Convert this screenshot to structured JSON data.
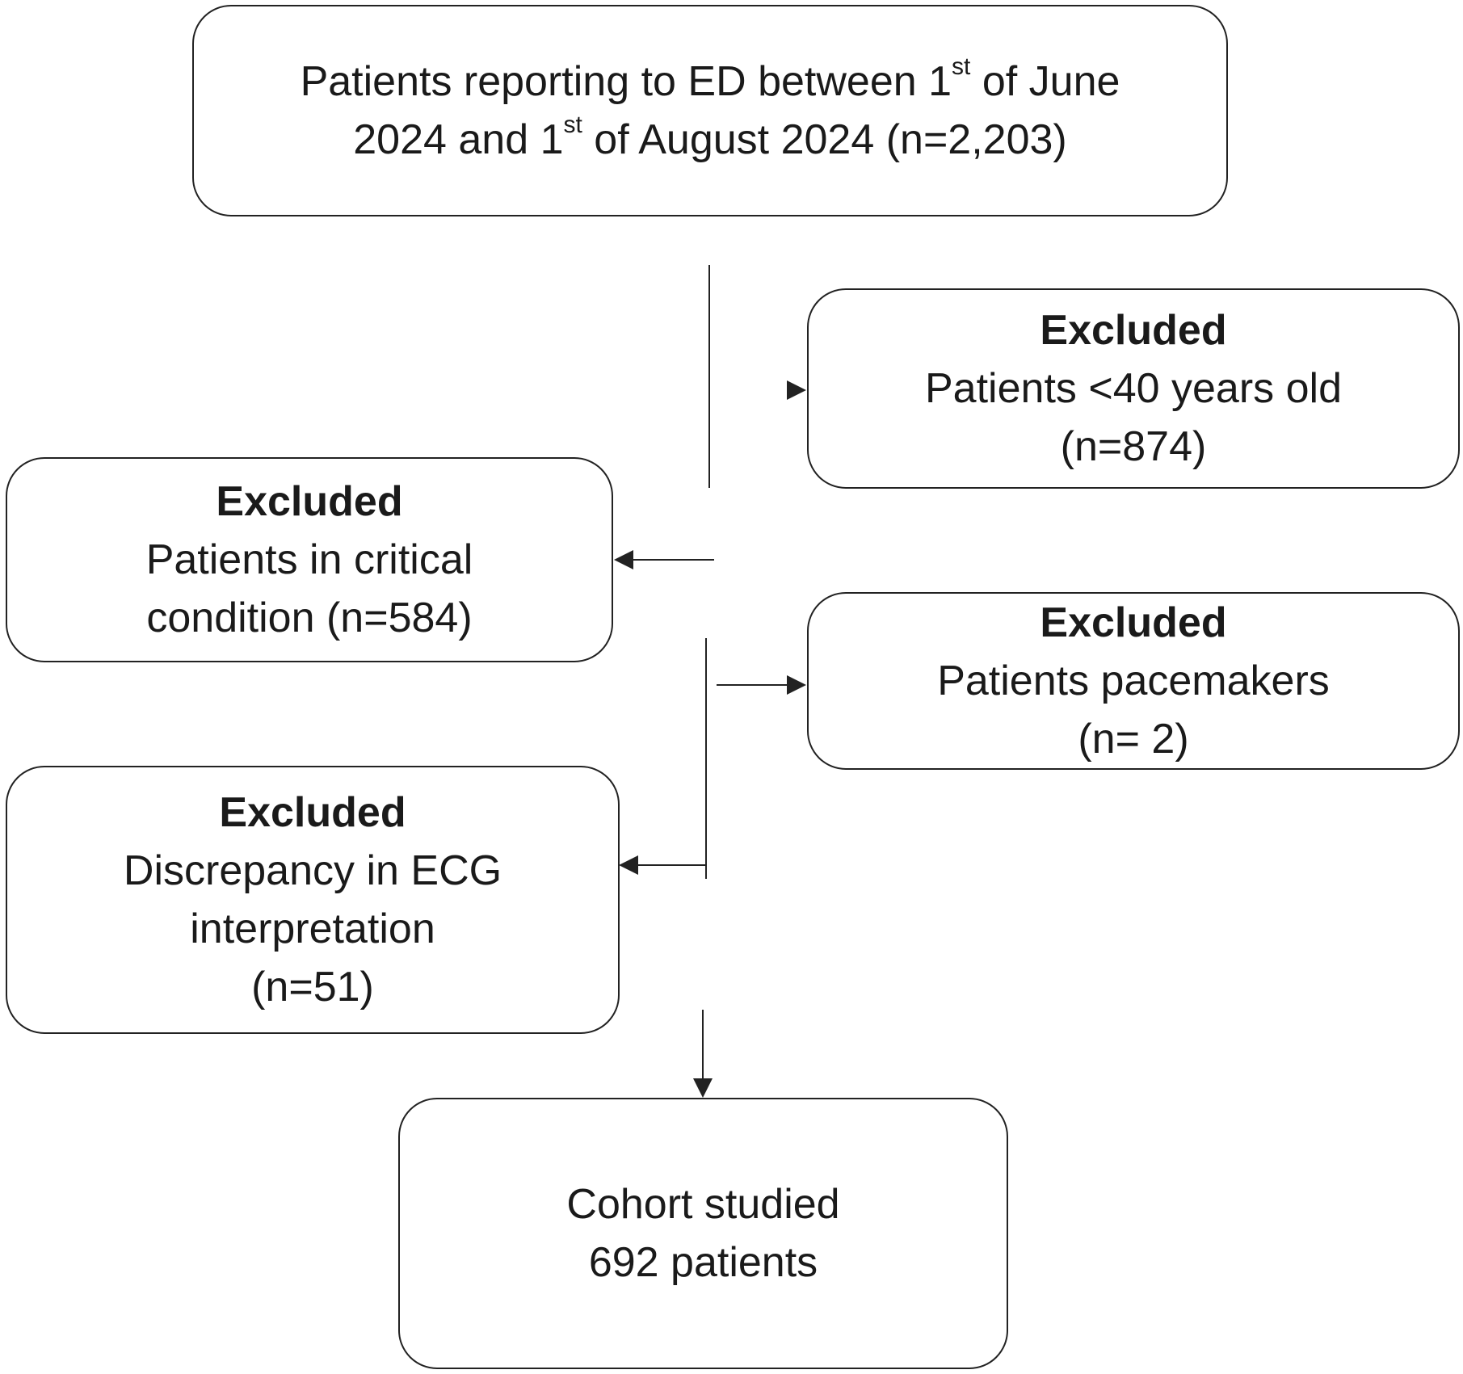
{
  "start": {
    "line1_a": "Patients reporting to ED between 1",
    "line1_sup": "st",
    "line1_b": " of June",
    "line2_a": "2024 and 1",
    "line2_sup": "st",
    "line2_b": " of August 2024 (n=2,203)"
  },
  "excl_age": {
    "heading": "Excluded",
    "line1": "Patients <40 years old",
    "line2": "(n=874)"
  },
  "excl_critical": {
    "heading": "Excluded",
    "line1": "Patients in critical",
    "line2": "condition (n=584)"
  },
  "excl_pacemaker": {
    "heading": "Excluded",
    "line1": "Patients pacemakers",
    "line2": "(n= 2)"
  },
  "excl_ecg": {
    "heading": "Excluded",
    "line1": "Discrepancy in ECG",
    "line2": "interpretation",
    "line3": "(n=51)"
  },
  "cohort": {
    "line1": "Cohort studied",
    "line2": "692 patients"
  },
  "colors": {
    "stroke": "#222222",
    "text": "#1a1a1a"
  }
}
